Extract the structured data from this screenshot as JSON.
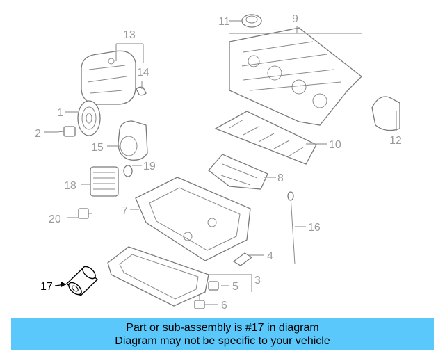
{
  "callouts": {
    "c1": "1",
    "c2": "2",
    "c3": "3",
    "c4": "4",
    "c5": "5",
    "c6": "6",
    "c7": "7",
    "c8": "8",
    "c9": "9",
    "c10": "10",
    "c11": "11",
    "c12": "12",
    "c13": "13",
    "c14": "14",
    "c15": "15",
    "c16": "16",
    "c17": "17",
    "c18": "18",
    "c19": "19",
    "c20": "20"
  },
  "highlighted_callout": "17",
  "banner": {
    "line1": "Part or sub-assembly is #17 in diagram",
    "line2": "Diagram may not be specific to your vehicle"
  },
  "colors": {
    "banner_bg": "#5ac8fa",
    "callout_inactive": "#9a9a9a",
    "callout_active": "#000000"
  }
}
